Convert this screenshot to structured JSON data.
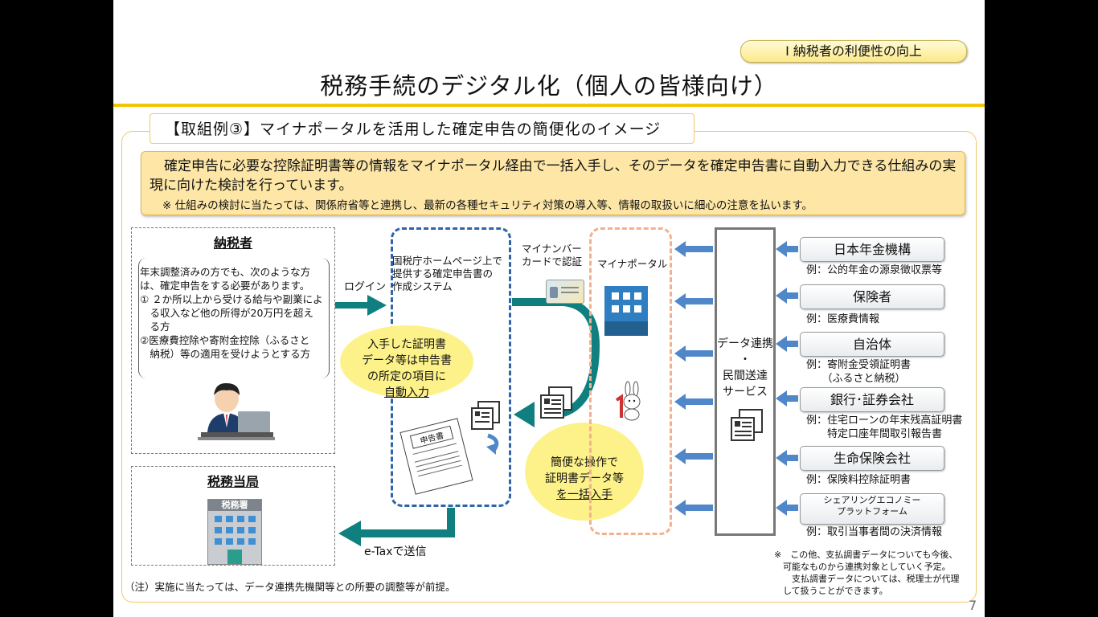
{
  "badge": "Ⅰ 納税者の利便性の向上",
  "title": "税務手続のデジタル化（個人の皆様向け）",
  "tab": "【取組例③】マイナポータルを活用した確定申告の簡便化のイメージ",
  "summary": {
    "main": "確定申告に必要な控除証明書等の情報をマイナポータル経由で一括入手し、そのデータを確定申告書に自動入力できる仕組みの実現に向けた検討を行っています。",
    "note": "※ 仕組みの検討に当たっては、関係府省等と連携し、最新の各種セキュリティ対策の導入等、情報の取扱いに細心の注意を払います。"
  },
  "taxpayer": {
    "heading": "納税者",
    "lines": [
      "年末調整済みの方でも、次のような方",
      "は、確定申告をする必要があります。",
      "① ２か所以上から受ける給与や副業によ",
      "　る収入など他の所得が20万円を超え",
      "　る方",
      "②医療費控除や寄附金控除（ふるさと",
      "　納税）等の適用を受けようとする方"
    ]
  },
  "authority": {
    "heading": "税務当局",
    "sign": "税務署"
  },
  "flow": {
    "login": "ログイン",
    "etax": "e-Taxで送信",
    "system": [
      "国税庁ホームページ上で",
      "提供する確定申告書の",
      "作成システム"
    ],
    "mynumber": [
      "マイナンバー",
      "カードで認証"
    ],
    "portal": "マイナポータル",
    "form_label": "申告書",
    "bubble_left": [
      "入手した証明書",
      "データ等は申告書",
      "の所定の項目に",
      "自動入力"
    ],
    "bubble_right": [
      "簡便な操作で",
      "証明書データ等",
      "を一括入手"
    ],
    "service": [
      "データ連携",
      "・",
      "民間送達",
      "サービス"
    ]
  },
  "sources": [
    {
      "name": "日本年金機構",
      "example": [
        "例：公的年金の源泉徴収票等"
      ]
    },
    {
      "name": "保険者",
      "example": [
        "例：医療費情報"
      ]
    },
    {
      "name": "自治体",
      "example": [
        "例：寄附金受領証明書",
        "　　（ふるさと納税）"
      ]
    },
    {
      "name": "銀行･証券会社",
      "example": [
        "例：住宅ローンの年末残高証明書",
        "　　特定口座年間取引報告書"
      ]
    },
    {
      "name": "生命保険会社",
      "example": [
        "例：保険料控除証明書"
      ]
    },
    {
      "name": [
        "シェアリングエコノミー",
        "プラットフォーム"
      ],
      "example": [
        "例：取引当事者間の決済情報"
      ]
    }
  ],
  "footnote_left": "（注）実施に当たっては、データ連携先機関等との所要の調整等が前提。",
  "footnote_right": [
    "※　この他、支払調書データについても今後、",
    "　可能なものから連携対象としていく予定。",
    "　　支払調書データについては、税理士が代理",
    "　して扱うことができます。"
  ],
  "page_number": "7",
  "colors": {
    "accent_yellow": "#f1c500",
    "teal_arrow": "#0f7f7f",
    "blue_arrow": "#4f87c9",
    "summary_bg": "#fde6a6"
  }
}
